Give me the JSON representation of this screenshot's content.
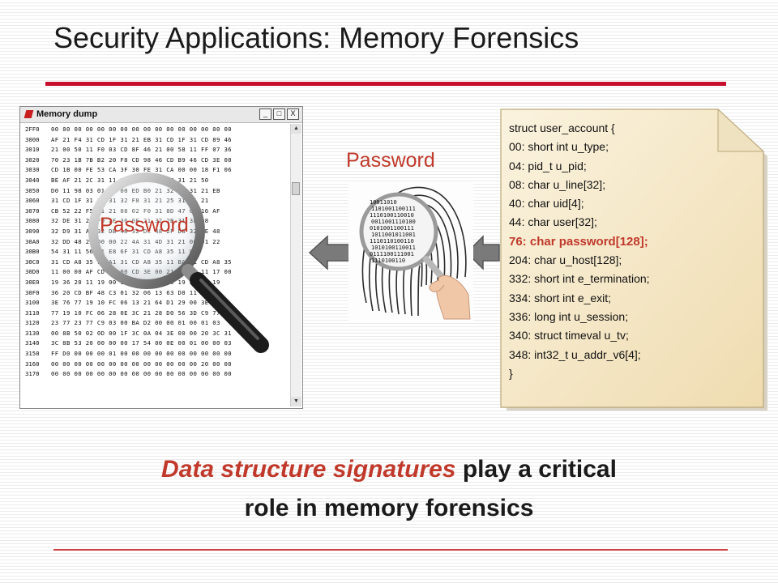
{
  "title": "Security Applications: Memory Forensics",
  "memory_window": {
    "title": "Memory dump",
    "controls": [
      "_",
      "□",
      "X"
    ],
    "rows": [
      {
        "addr": "2FF0",
        "bytes": "00 00 00 00 00 00 00 00 00 00 00 00 00 00 00 00"
      },
      {
        "addr": "3000",
        "bytes": "AF 21 F4 31 CD 1F 31 21 EB 31 CD 1F 31 CD 89 46"
      },
      {
        "addr": "3010",
        "bytes": "21 00 50 11 F0 03 CD 8F 46 21 00 58 11 FF 07 36"
      },
      {
        "addr": "3020",
        "bytes": "70 23 1B 7B B2 20 F8 CD 98 46 CD B9 46 CD 3E 00"
      },
      {
        "addr": "3030",
        "bytes": "CD 1B 00 FE 53 CA 3F 30 FE 31 CA 00 00 18 F1 06"
      },
      {
        "addr": "3040",
        "bytes": "BE AF 21 2C 31 11 F6 3E 18 32 FE 31 21 50"
      },
      {
        "addr": "3050",
        "bytes": "D0 11 98 03 01 40 00 ED B0 21 32 4F 31 21 EB"
      },
      {
        "addr": "3060",
        "bytes": "31 CD 1F 31 F7 31 32 F8 31 21 25 31 21 21"
      },
      {
        "addr": "3070",
        "bytes": "CB 52 22 F5 31 21 08 02 F0 31 8D 47 0E 16 AF"
      },
      {
        "addr": "3080",
        "bytes": "32 DE 31 21 F0 2F 36 0F 21 32 2B 31 3E 08"
      },
      {
        "addr": "3090",
        "bytes": "32 D9 31 A1 32 DB 48 32 DC 48 2F D8 32 DE 48"
      },
      {
        "addr": "30A0",
        "bytes": "32 DD 48 21 00 00 22 4A 31 4D 31 21 00 01 22"
      },
      {
        "addr": "30B0",
        "bytes": "54 31 11 56 31 E8 6F 31 CD A8 35 11 88"
      },
      {
        "addr": "30C0",
        "bytes": "31 CD A8 35 11 A1 31 CD A8 35 11 BA 31 CD A8 35"
      },
      {
        "addr": "30D0",
        "bytes": "11 00 00 AF CD 33 00 CD 3E 00 21 56 31 11 17 00"
      },
      {
        "addr": "30E0",
        "bytes": "19 36 20 11 19 00 19 36 30 11 50 19 36 60 19"
      },
      {
        "addr": "30F0",
        "bytes": "36 20 CD BF 48 C3 01 32 06 13 63 D0 11 27 00"
      },
      {
        "addr": "3100",
        "bytes": "3E 76 77 19 10 FC 06 13 21 64 D1 29 00 3E 77"
      },
      {
        "addr": "3110",
        "bytes": "77 19 10 FC 06 28 0E 3C 21 28 D0 56 3D C9 77"
      },
      {
        "addr": "3120",
        "bytes": "23 77 23 77 C9 03 00 BA D2 00 00 01 00 01 03"
      },
      {
        "addr": "3130",
        "bytes": "00 8B 50 02 0D 00 1F 3C 0A 04 3E 00 00 20 3C 31"
      },
      {
        "addr": "3140",
        "bytes": "3C 8B 53 20 00 00 00 17 54 00 0E 00 01 00 00 03"
      },
      {
        "addr": "3150",
        "bytes": "FF D0 00 00 00 01 00 00 00 00 00 00 00 00 00 00"
      },
      {
        "addr": "3160",
        "bytes": "00 00 00 00 00 00 00 00 00 00 00 00 00 20 00 00"
      },
      {
        "addr": "3170",
        "bytes": "00 00 00 00 00 00 00 00 00 00 00 00 00 00 00 00"
      }
    ]
  },
  "magnifier_label": "Password",
  "fingerprint_label": "Password",
  "fingerprint_binary": [
    "10011010",
    "1101001100111",
    "1110100110010",
    "0011001110100",
    "0101001100111",
    "1011001011001",
    "1110110100110",
    "1010100110011",
    "0111100111001",
    "1110100110"
  ],
  "struct_lines": [
    {
      "text": "struct user_account {",
      "highlight": false
    },
    {
      "text": "00: short int u_type;",
      "highlight": false
    },
    {
      "text": "04: pid_t u_pid;",
      "highlight": false
    },
    {
      "text": "08: char u_line[32];",
      "highlight": false
    },
    {
      "text": "40: char uid[4];",
      "highlight": false
    },
    {
      "text": "44: char user[32];",
      "highlight": false
    },
    {
      "text": "76: char password[128];",
      "highlight": true
    },
    {
      "text": "204: char u_host[128];",
      "highlight": false
    },
    {
      "text": "332: short int e_termination;",
      "highlight": false
    },
    {
      "text": "334: short int e_exit;",
      "highlight": false
    },
    {
      "text": "336: long int u_session;",
      "highlight": false
    },
    {
      "text": "340: struct timeval u_tv;",
      "highlight": false
    },
    {
      "text": "348: int32_t u_addr_v6[4];",
      "highlight": false
    },
    {
      "text": "}",
      "highlight": false
    }
  ],
  "caption": {
    "emphasis": "Data structure signatures",
    "rest_line1": " play a critical",
    "line2": "role in memory forensics"
  },
  "colors": {
    "accent_red": "#c8102e",
    "highlight_red": "#c0392b",
    "note_fill": "#f6ebcf"
  },
  "icons": [
    "memory-dump-app-icon",
    "magnifier-icon",
    "fingerprint-image",
    "hand-magnifier-icon",
    "arrow-left-icon"
  ]
}
